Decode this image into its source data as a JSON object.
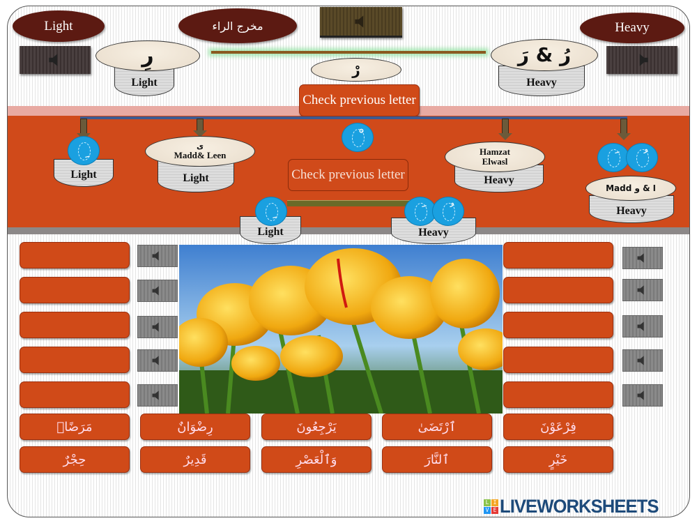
{
  "header": {
    "light_label": "Light",
    "title": "مخرج الراء",
    "heavy_label": "Heavy"
  },
  "top": {
    "kasra_ra": "رِ",
    "kasra_result": "Light",
    "sukun_ra": "رْ",
    "check_previous": "Check previous letter",
    "heavy_ra": "رُ & رَ",
    "heavy_result": "Heavy"
  },
  "branches": {
    "kasra_mark": "ِ",
    "kasra_result": "Light",
    "madd_letter": "ى",
    "madd_label": "Madd& Leen",
    "madd_result": "Light",
    "sukun_mark": "ْ",
    "check_previous": "Check previous letter",
    "hamzat_label": "Hamzat Elwasl",
    "hamzat_result": "Heavy",
    "fatha_mark": "َ",
    "damma_mark": "ُ",
    "madd_wa_label": "Madd ا & و",
    "madd_wa_result": "Heavy",
    "sub_kasra_mark": "ِ",
    "sub_light": "Light",
    "sub_fatha_mark": "َ",
    "sub_damma_mark": "ُ",
    "sub_heavy": "Heavy"
  },
  "words_row1": [
    "مَرَضًاۗ",
    "رِضْوَانٌ",
    "يَرْجِعُونَ",
    "ٱرْتَضَىٰ",
    "فِرْعَوْنَ"
  ],
  "words_row2": [
    "حِجْرٌ",
    "قَدِيرٌ",
    "وَٱلْعَصْرِ",
    "ٱلنَّارَ",
    "خَيْرٍ"
  ],
  "logo": {
    "text": "LIVEWORKSHEETS",
    "badge": "LIVE"
  },
  "colors": {
    "orange": "#d04a18",
    "brown": "#5c1a12",
    "blue": "#1aa0e0"
  }
}
